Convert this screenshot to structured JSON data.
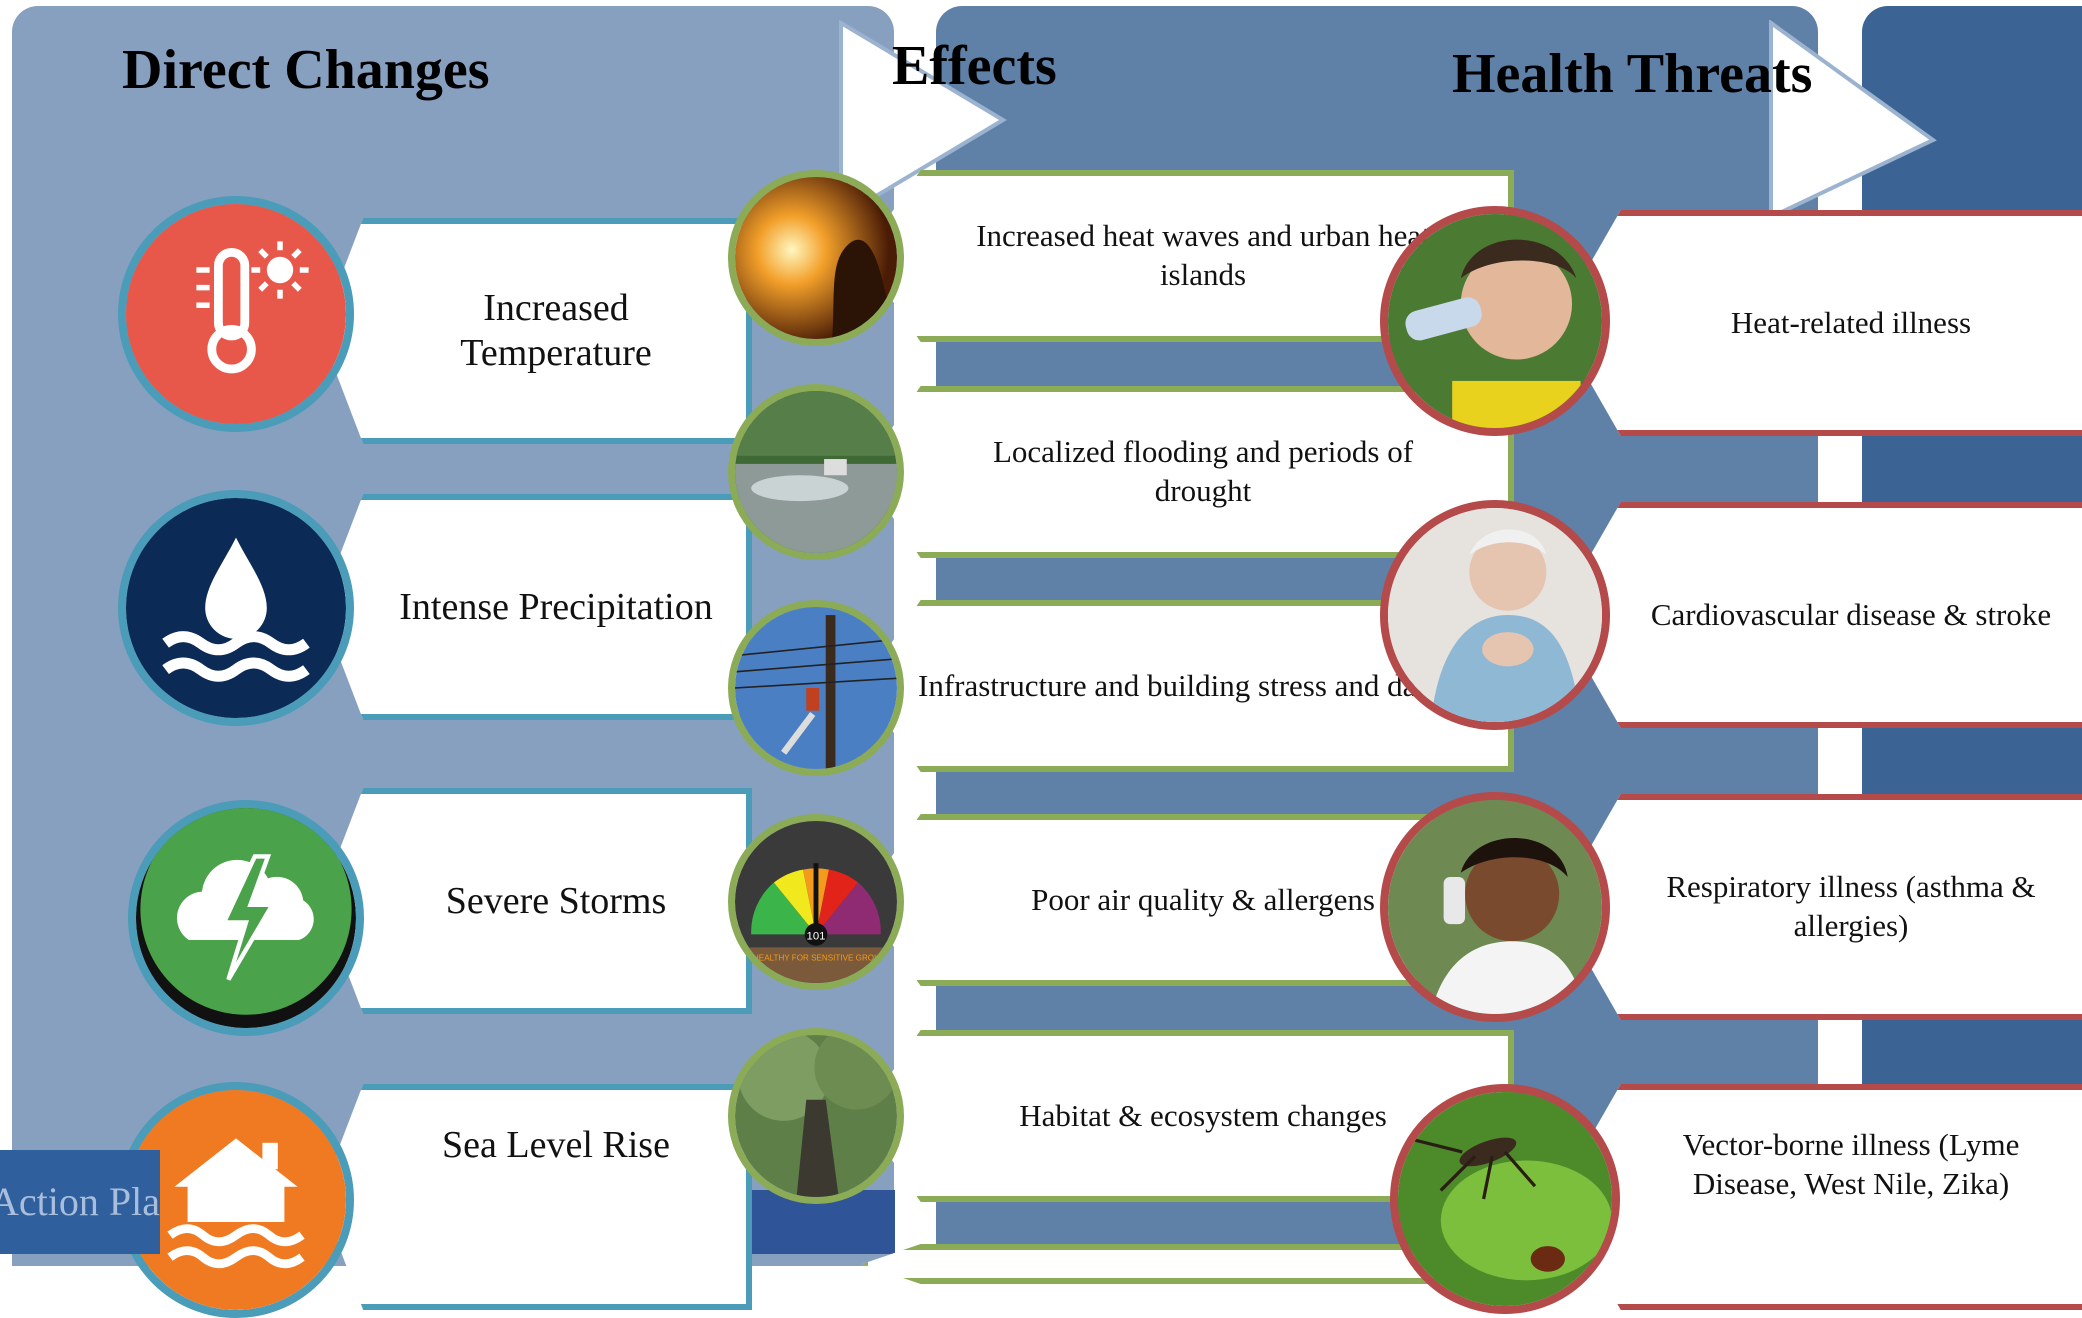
{
  "headers": {
    "direct_changes": "Direct Changes",
    "effects": "Effects",
    "health_threats": "Health Threats"
  },
  "direct_changes": [
    {
      "label": "Increased Temperature",
      "icon": "thermometer-sun-icon",
      "color": "#e8584a"
    },
    {
      "label": "Intense Precipitation",
      "icon": "water-drop-waves-icon",
      "color": "#0b2a55"
    },
    {
      "label": "Severe Storms",
      "icon": "storm-cloud-lightning-icon",
      "color": "#4aa24a"
    },
    {
      "label": "Sea Level Rise",
      "icon": "house-flood-icon",
      "color": "#ef7a22"
    }
  ],
  "effects": [
    {
      "label": "Increased heat waves and urban heat islands",
      "icon": "sun-heat-photo-icon"
    },
    {
      "label": "Localized flooding and periods of drought",
      "icon": "flooded-road-photo-icon"
    },
    {
      "label": "Infrastructure and building stress and damage",
      "icon": "utility-pole-photo-icon"
    },
    {
      "label": "Poor air quality & allergens",
      "icon": "air-quality-gauge-icon"
    },
    {
      "label": "Habitat & ecosystem changes",
      "icon": "tree-photo-icon"
    }
  ],
  "gauge": {
    "value": "101",
    "caption": "UNHEALTHY FOR SENSITIVE GROUPS",
    "ticks": [
      "0-50",
      "51-100",
      "101-150",
      "151-200",
      "201-300",
      "300+"
    ]
  },
  "health_threats": [
    {
      "label": "Heat-related illness",
      "icon": "child-drinking-water-photo-icon"
    },
    {
      "label": "Cardiovascular disease & stroke",
      "icon": "elderly-woman-chest-pain-photo-icon"
    },
    {
      "label": "Respiratory illness (asthma & allergies)",
      "icon": "girl-using-inhaler-photo-icon"
    },
    {
      "label": "Vector-borne illness (Lyme Disease, West Nile, Zika)",
      "icon": "mosquito-tick-photo-icon"
    }
  ],
  "footer": {
    "text": "Action Plan"
  }
}
